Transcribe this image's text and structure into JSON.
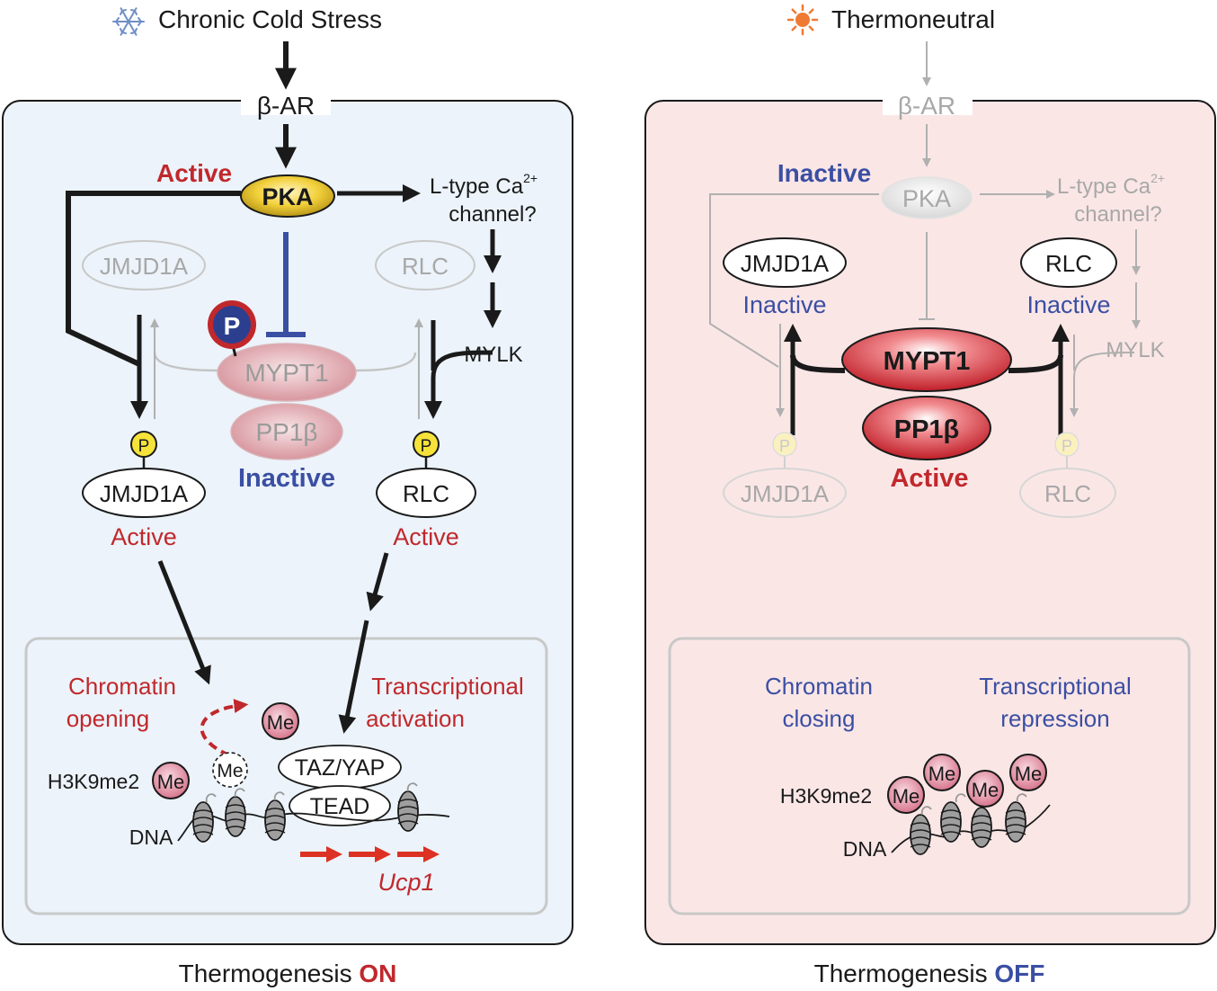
{
  "left": {
    "header": "Chronic Cold Stress",
    "beta_ar": "β-AR",
    "pka_state": "Active",
    "pka": "PKA",
    "ca_channel_line1": "L-type Ca",
    "ca_superscript": "2+",
    "ca_channel_line2": "channel?",
    "jmjd1a_top": "JMJD1A",
    "rlc_top": "RLC",
    "phospho": "P",
    "mypt1": "MYPT1",
    "pp1b": "PP1β",
    "phosphatase_state": "Inactive",
    "mylk": "MYLK",
    "jmjd1a_bottom": "JMJD1A",
    "jmjd1a_state": "Active",
    "rlc_bottom": "RLC",
    "rlc_state": "Active",
    "chromatin_line1": "Chromatin",
    "chromatin_line2": "opening",
    "transcription_line1": "Transcriptional",
    "transcription_line2": "activation",
    "methyl": "Me",
    "h3k9me2": "H3K9me2",
    "dna": "DNA",
    "taz_yap": "TAZ/YAP",
    "tead": "TEAD",
    "gene": "Ucp1",
    "footer_prefix": "Thermogenesis ",
    "footer_state": "ON"
  },
  "right": {
    "header": "Thermoneutral",
    "beta_ar": "β-AR",
    "pka_state": "Inactive",
    "pka": "PKA",
    "ca_channel_line1": "L-type Ca",
    "ca_superscript": "2+",
    "ca_channel_line2": "channel?",
    "jmjd1a_top": "JMJD1A",
    "jmjd1a_top_state": "Inactive",
    "rlc_top": "RLC",
    "rlc_top_state": "Inactive",
    "mypt1": "MYPT1",
    "pp1b": "PP1β",
    "phosphatase_state": "Active",
    "mylk": "MYLK",
    "phospho": "P",
    "jmjd1a_bottom": "JMJD1A",
    "rlc_bottom": "RLC",
    "chromatin_line1": "Chromatin",
    "chromatin_line2": "closing",
    "transcription_line1": "Transcriptional",
    "transcription_line2": "repression",
    "methyl": "Me",
    "h3k9me2": "H3K9me2",
    "dna": "DNA",
    "footer_prefix": "Thermogenesis ",
    "footer_state": "OFF"
  },
  "colors": {
    "left_panel_bg": "#ecf3fa",
    "right_panel_bg": "#fbe6e6",
    "active_red": "#c0282c",
    "inactive_blue": "#3a4fa3",
    "pka_gold": "#f2d03b",
    "phospho_yellow": "#f6e33a",
    "methyl_pink": "#e8a1b1",
    "gene_arrow_red": "#dc3224"
  },
  "icons": {
    "cold": "snowflake-icon",
    "warm": "sun-icon"
  }
}
